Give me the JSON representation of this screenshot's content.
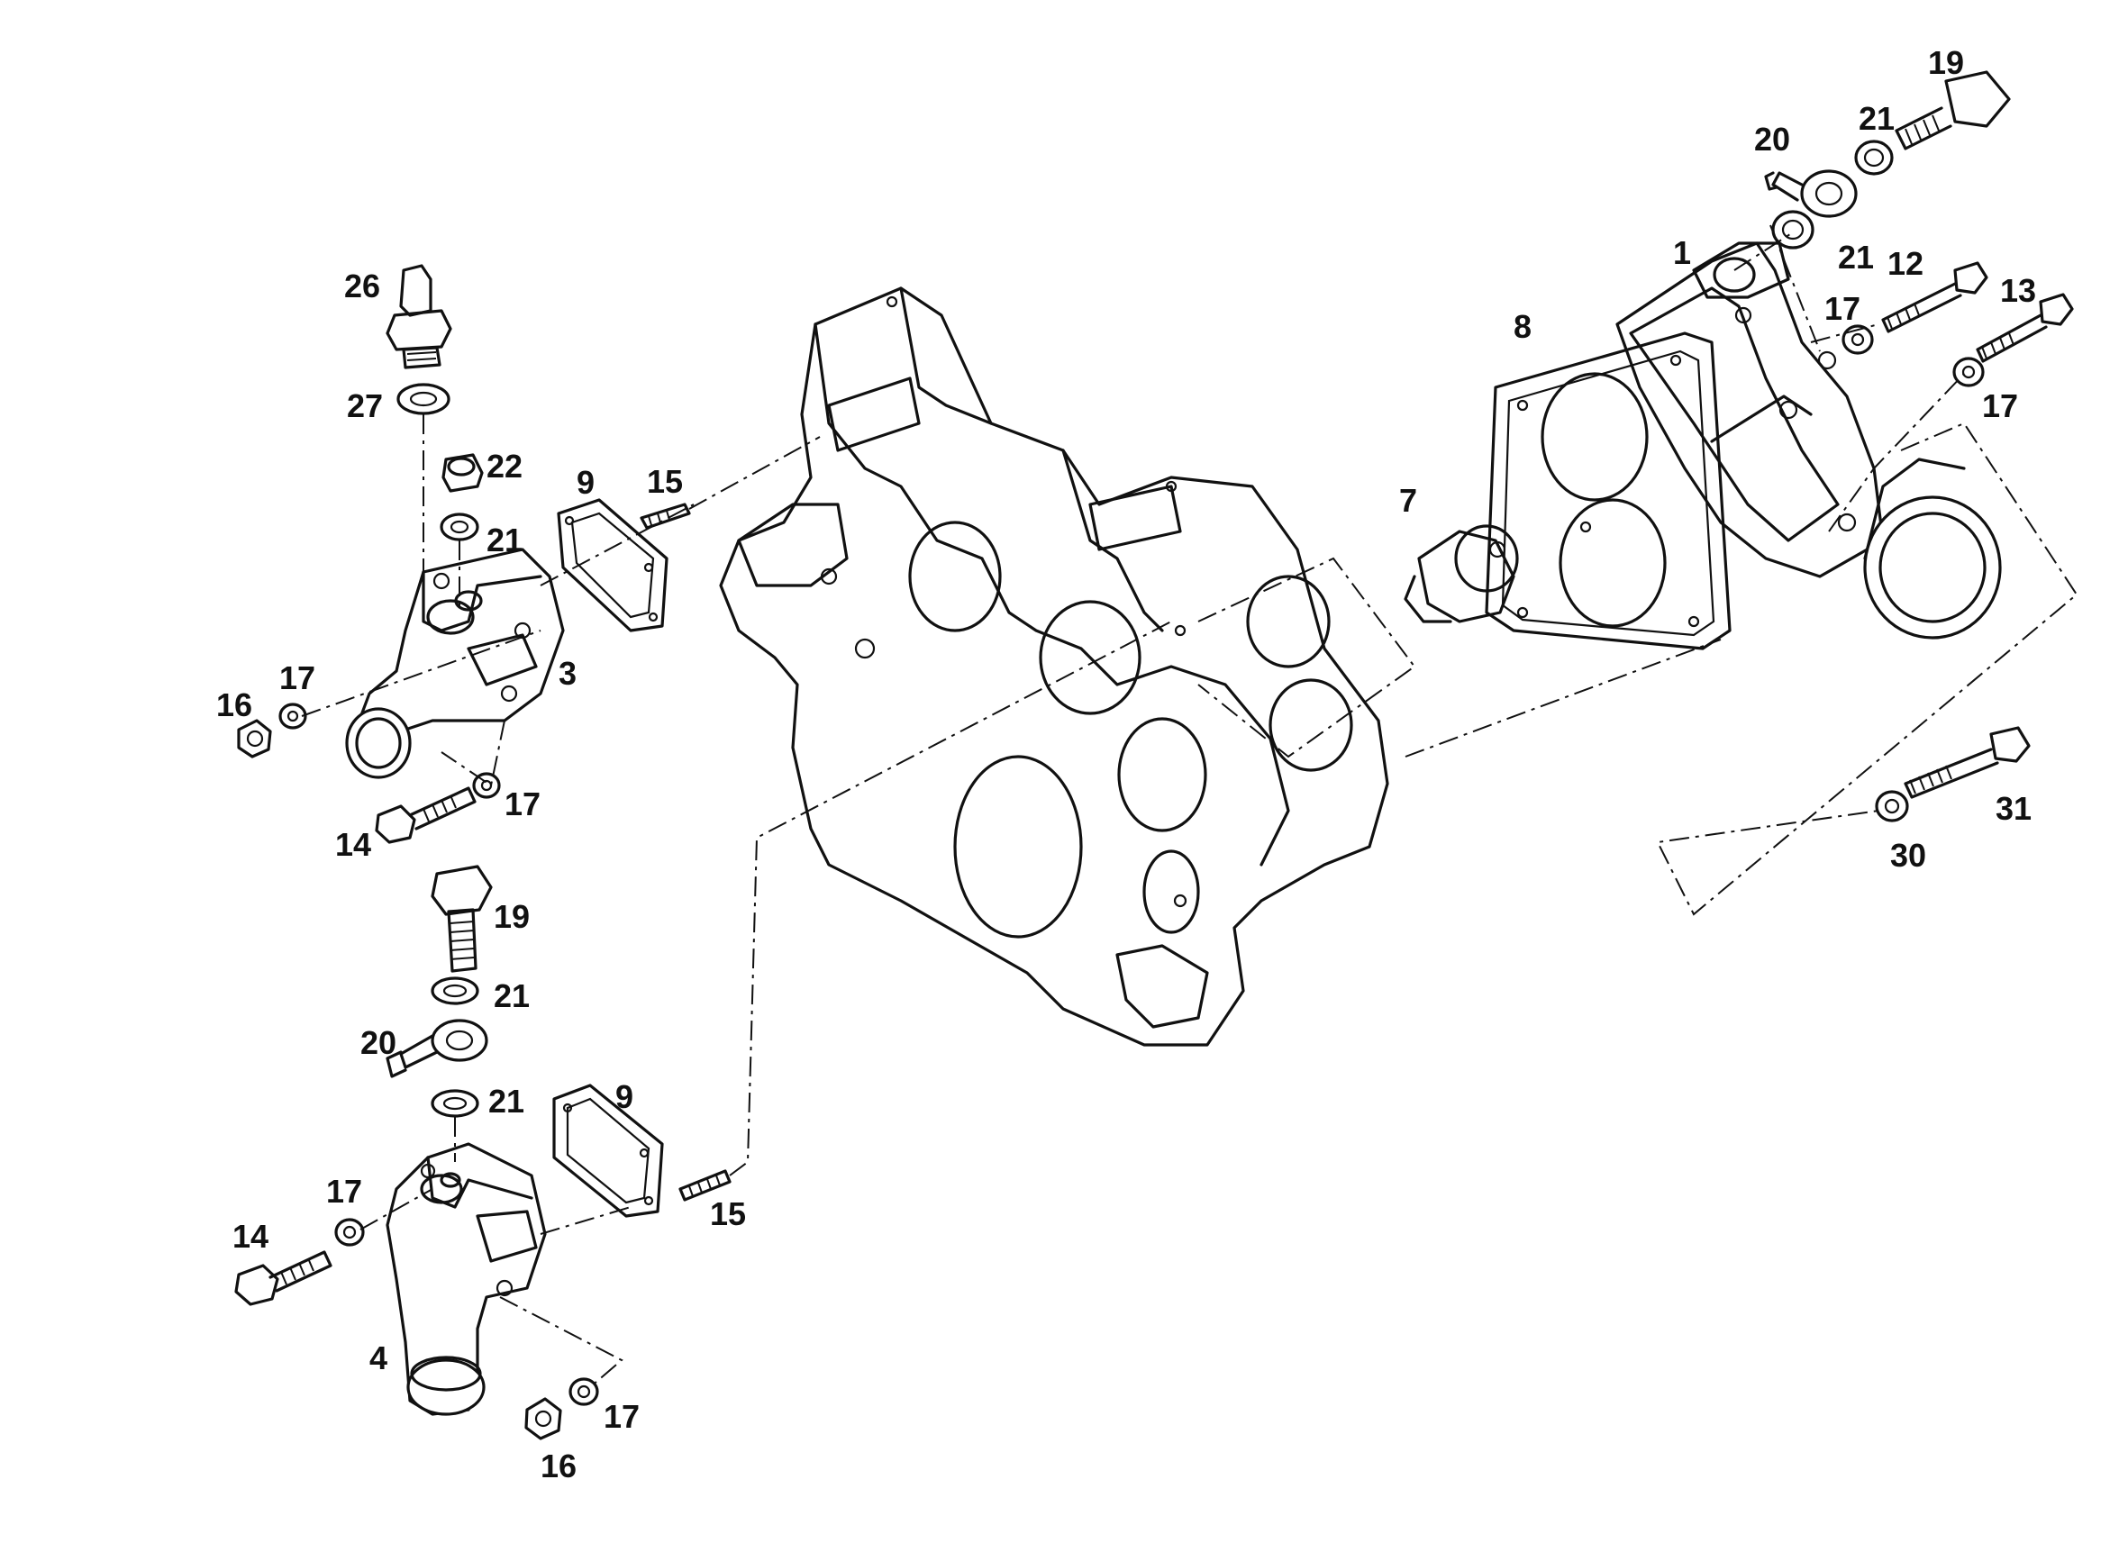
{
  "callouts": {
    "c1": "1",
    "c3": "3",
    "c4": "4",
    "c7": "7",
    "c8": "8",
    "c9_top": "9",
    "c9_bottom": "9",
    "c12": "12",
    "c13": "13",
    "c14_top": "14",
    "c14_bottom": "14",
    "c15_top": "15",
    "c15_bottom": "15",
    "c16_top": "16",
    "c16_bottom": "16",
    "c17_a": "17",
    "c17_b": "17",
    "c17_c": "17",
    "c17_d": "17",
    "c17_e": "17",
    "c17_f": "17",
    "c19_top": "19",
    "c19_mid": "19",
    "c20_top": "20",
    "c20_mid": "20",
    "c21_a": "21",
    "c21_b": "21",
    "c21_c": "21",
    "c21_d": "21",
    "c21_e": "21",
    "c22": "22",
    "c26": "26",
    "c27": "27",
    "c30": "30",
    "c31": "31"
  }
}
